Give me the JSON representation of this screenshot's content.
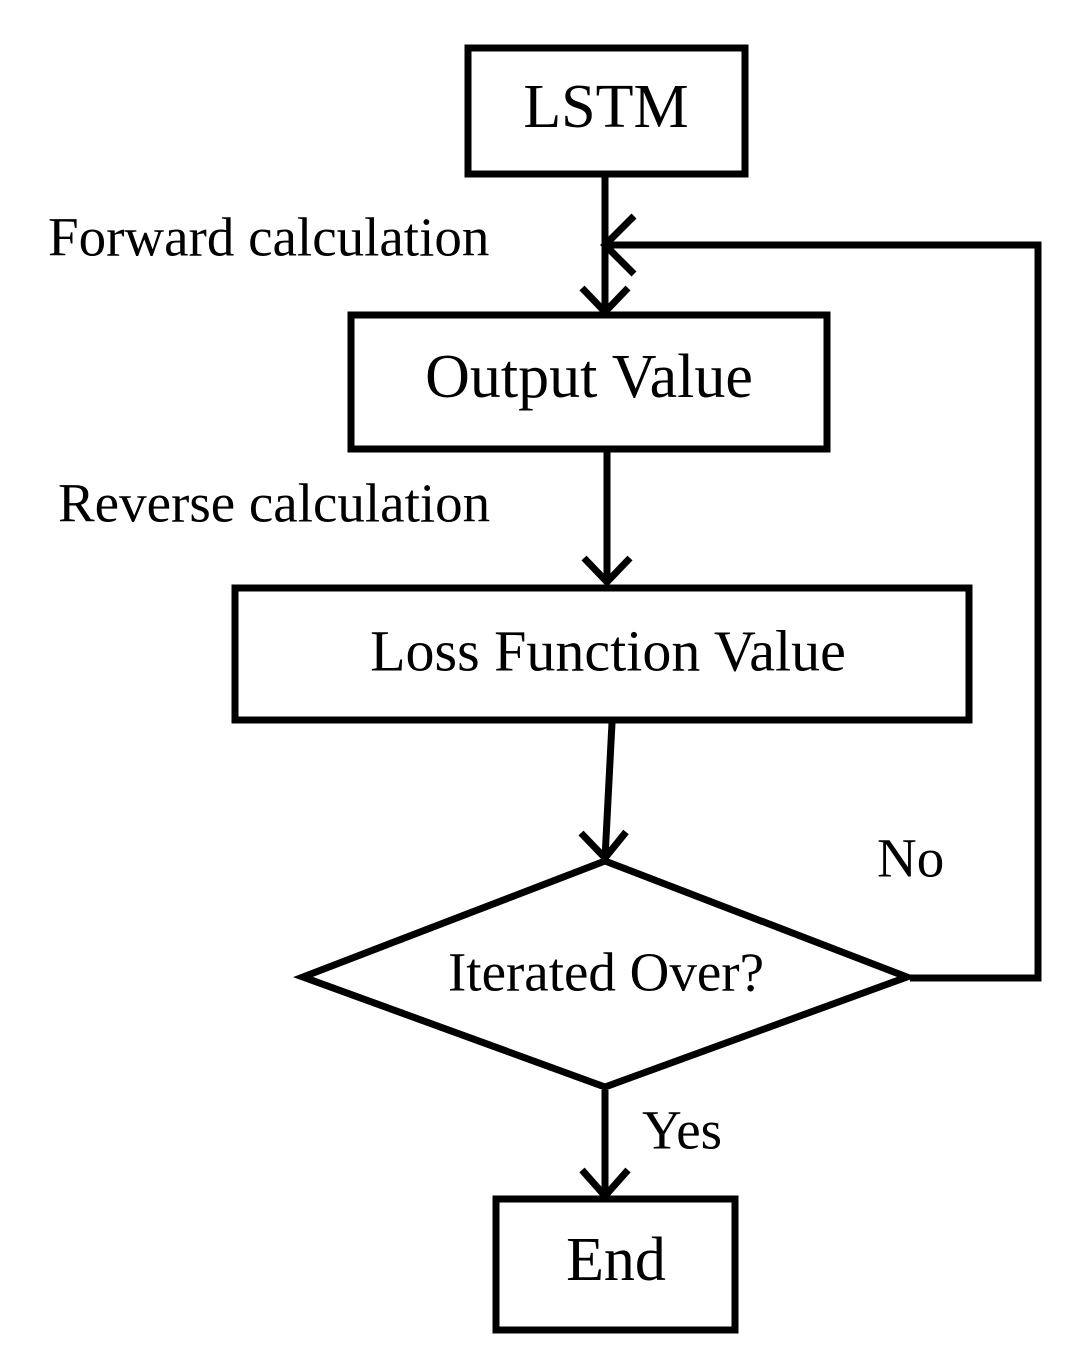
{
  "diagram": {
    "title": "LSTM training process flowchart",
    "background_color": "#ffffff",
    "line_color": "#000000",
    "nodes": [
      {
        "id": "lstm",
        "label": "LSTM",
        "shape": "rectangle",
        "font_size": 62
      },
      {
        "id": "output-value",
        "label": "Output Value",
        "shape": "rectangle",
        "font_size": 62
      },
      {
        "id": "loss-function-value",
        "label": "Loss Function Value",
        "shape": "rectangle",
        "font_size": 58
      },
      {
        "id": "iterated-over",
        "label": "Iterated Over?",
        "shape": "diamond",
        "font_size": 55
      },
      {
        "id": "end",
        "label": "End",
        "shape": "rectangle",
        "font_size": 62
      }
    ],
    "edge_labels": [
      {
        "id": "forward-calculation",
        "label": "Forward calculation",
        "font_size": 55
      },
      {
        "id": "reverse-calculation",
        "label": "Reverse calculation",
        "font_size": 55
      },
      {
        "id": "no",
        "label": "No",
        "font_size": 55
      },
      {
        "id": "yes",
        "label": "Yes",
        "font_size": 55
      }
    ]
  }
}
